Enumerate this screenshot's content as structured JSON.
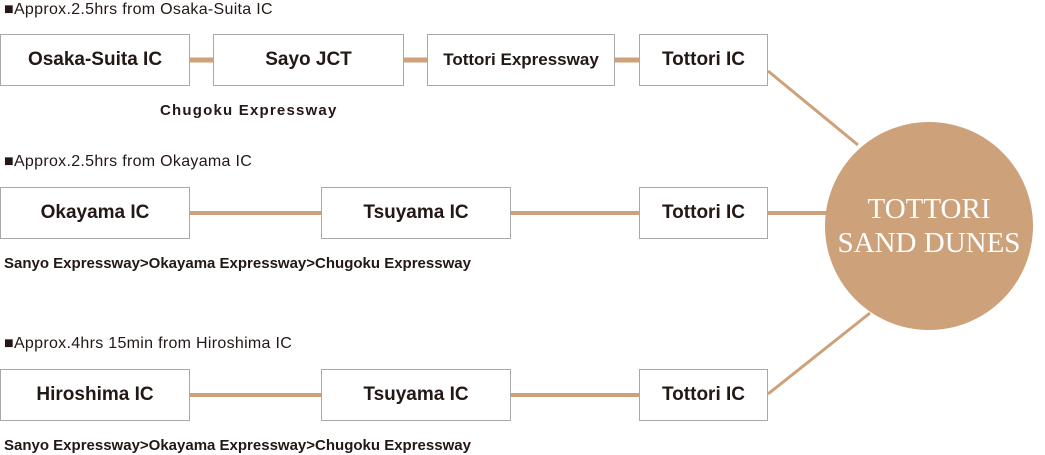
{
  "colors": {
    "accent": "#cda17a",
    "box_border": "#a8a8a8",
    "text": "#231815"
  },
  "destination": {
    "line1": "TOTTORI",
    "line2": "SAND DUNES"
  },
  "routes": [
    {
      "title": "■Approx.2.5hrs from Osaka-Suita IC",
      "stops": [
        "Osaka-Suita IC",
        "Sayo JCT",
        "Tottori Expressway",
        "Tottori IC"
      ],
      "road": "Chugoku Expressway"
    },
    {
      "title": "■Approx.2.5hrs from Okayama IC",
      "stops": [
        "Okayama IC",
        "Tsuyama IC",
        "Tottori IC"
      ],
      "road": "Sanyo Expressway>Okayama Expressway>Chugoku Expressway"
    },
    {
      "title": "■Approx.4hrs 15min from Hiroshima IC",
      "stops": [
        "Hiroshima IC",
        "Tsuyama IC",
        "Tottori IC"
      ],
      "road": "Sanyo Expressway>Okayama Expressway>Chugoku Expressway"
    }
  ]
}
